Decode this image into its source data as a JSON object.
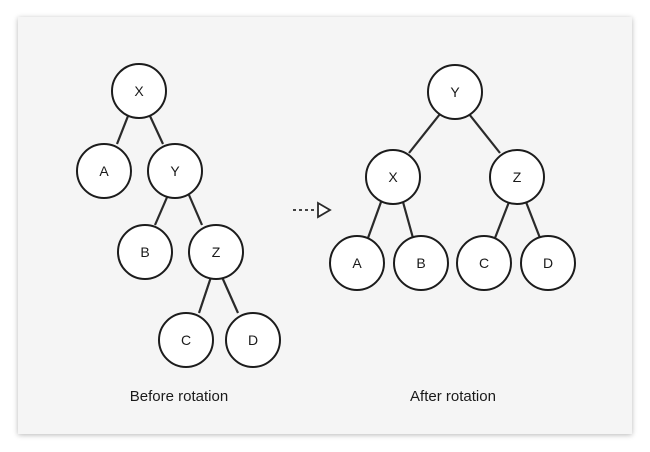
{
  "before": {
    "caption": "Before rotation",
    "nodes": {
      "X": "X",
      "A": "A",
      "Y": "Y",
      "B": "B",
      "Z": "Z",
      "C": "C",
      "D": "D"
    }
  },
  "after": {
    "caption": "After rotation",
    "nodes": {
      "Y": "Y",
      "X": "X",
      "Z": "Z",
      "A": "A",
      "B": "B",
      "C": "C",
      "D": "D"
    }
  },
  "colors": {
    "stroke": "#1c1c1c",
    "panel": "#f5f5f5"
  }
}
